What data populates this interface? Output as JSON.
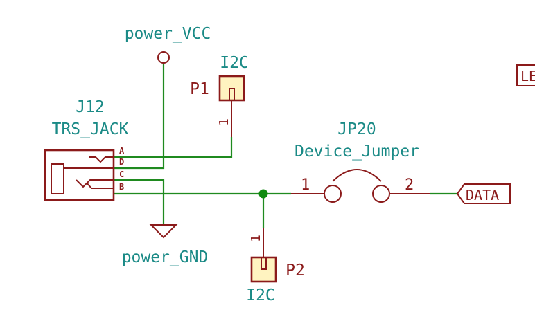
{
  "schematic": {
    "power_vcc": {
      "label": "power_VCC"
    },
    "power_gnd": {
      "label": "power_GND"
    },
    "j12": {
      "ref": "J12",
      "value": "TRS_JACK",
      "pins": [
        "A",
        "D",
        "C",
        "B"
      ]
    },
    "p1": {
      "ref": "P1",
      "value": "I2C",
      "pin": "1"
    },
    "p2": {
      "ref": "P2",
      "value": "I2C",
      "pin": "1"
    },
    "jp20": {
      "ref": "JP20",
      "value": "Device_Jumper",
      "pin1": "1",
      "pin2": "2"
    },
    "net_label": {
      "text": "DATA"
    },
    "offscreen_label": {
      "text": "LE"
    },
    "colors": {
      "wire": "#1f8a1f",
      "component": "#8b1a1a",
      "text": "#1a8a86",
      "connector_fill": "#fff3c0",
      "junction": "#0f8a0f"
    }
  }
}
